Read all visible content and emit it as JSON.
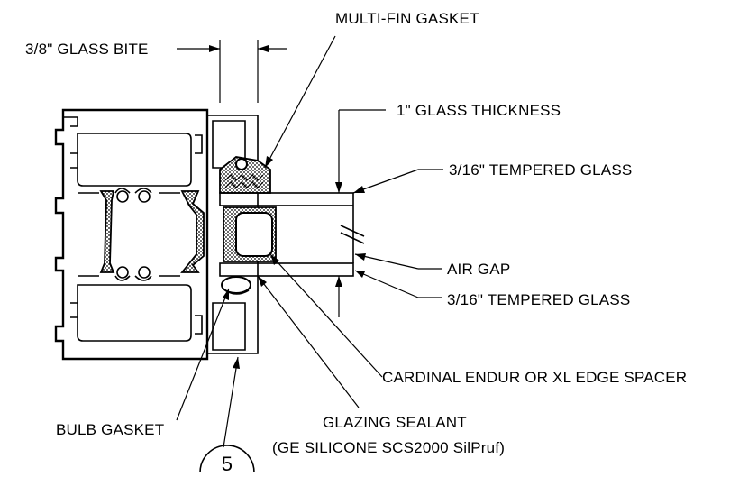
{
  "callouts": {
    "multi_fin_gasket": "MULTI-FIN GASKET",
    "glass_bite": "3/8\" GLASS BITE",
    "glass_thickness": "1\" GLASS THICKNESS",
    "tempered_glass_top": "3/16\" TEMPERED GLASS",
    "air_gap": "AIR GAP",
    "tempered_glass_bottom": "3/16\" TEMPERED GLASS",
    "edge_spacer": "CARDINAL ENDUR OR XL EDGE SPACER",
    "bulb_gasket": "BULB GASKET",
    "glazing_sealant": "GLAZING SEALANT",
    "glazing_sealant_spec": "(GE SILICONE SCS2000 SilPruf)"
  },
  "detail_marker": {
    "number": "5"
  }
}
